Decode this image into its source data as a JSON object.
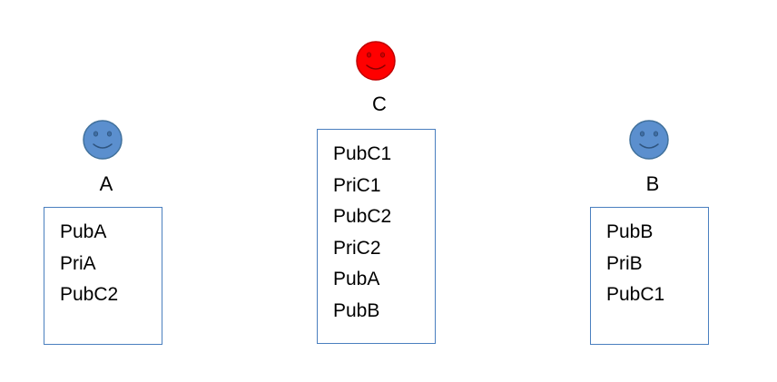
{
  "colors": {
    "face_blue": "#5b8fce",
    "face_blue_stroke": "#41719c",
    "face_red": "#ff0000",
    "face_red_stroke": "#c00000",
    "box_border": "#4a7fbf",
    "text": "#000000"
  },
  "icons": {
    "a": "smiley-face-icon",
    "c": "smiley-face-icon",
    "b": "smiley-face-icon"
  },
  "parties": {
    "a": {
      "label": "A",
      "keys": [
        "PubA",
        "PriA",
        "PubC2"
      ]
    },
    "c": {
      "label": "C",
      "keys": [
        "PubC1",
        "PriC1",
        "PubC2",
        "PriC2",
        "PubA",
        "PubB"
      ]
    },
    "b": {
      "label": "B",
      "keys": [
        "PubB",
        "PriB",
        "PubC1"
      ]
    }
  }
}
